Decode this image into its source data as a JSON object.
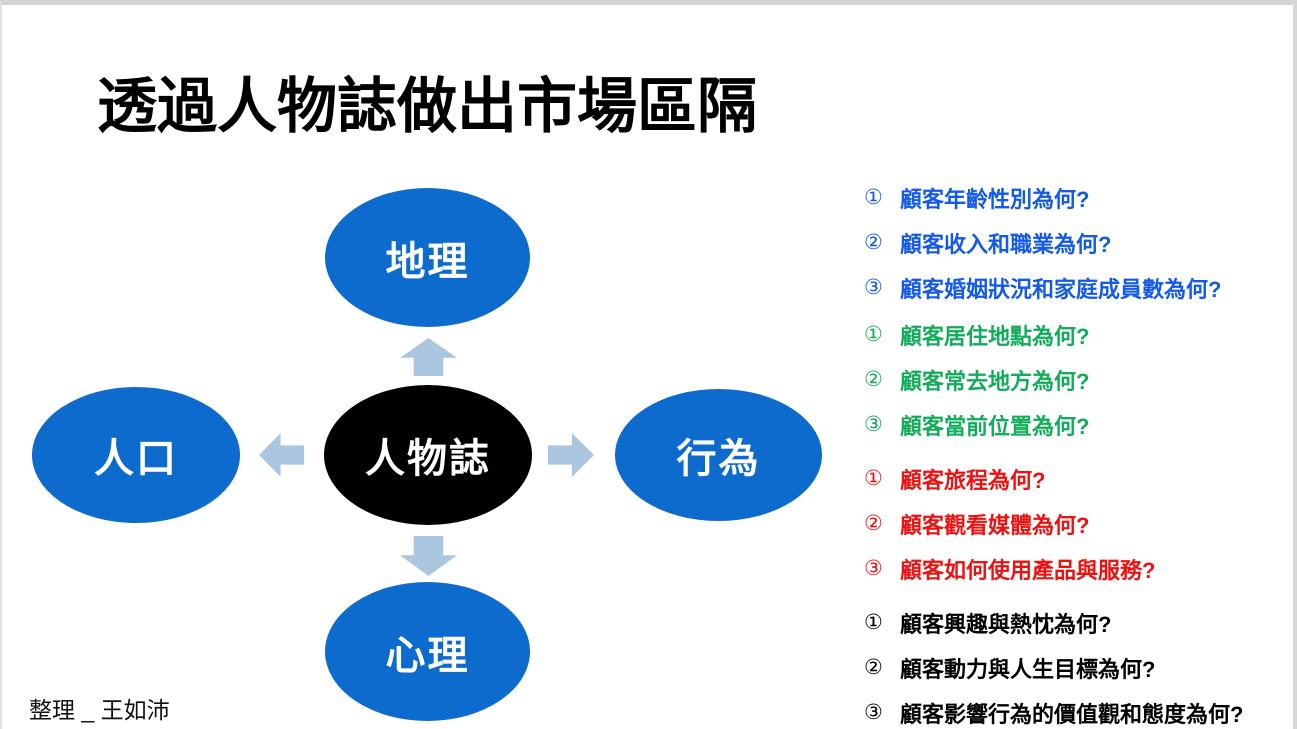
{
  "slide": {
    "title": "透過人物誌做出市場區隔",
    "footer": "整理 _ 王如沛"
  },
  "diagram": {
    "node_fill": "#0d6bce",
    "arrow_color": "#abc7e0",
    "center": {
      "label": "人物誌",
      "fill": "#000000",
      "text_color": "#ffffff"
    },
    "nodes": [
      {
        "id": "geography",
        "label": "地理"
      },
      {
        "id": "demographic",
        "label": "人口"
      },
      {
        "id": "behavior",
        "label": "行為"
      },
      {
        "id": "psychology",
        "label": "心理"
      }
    ]
  },
  "question_groups": [
    {
      "name": "demographic",
      "color": "#1359ea",
      "items": [
        {
          "num": "①",
          "text": "顧客年齡性別為何?"
        },
        {
          "num": "②",
          "text": "顧客收入和職業為何?"
        },
        {
          "num": "③",
          "text": "顧客婚姻狀況和家庭成員數為何?"
        }
      ]
    },
    {
      "name": "geographic",
      "color": "#12ad5a",
      "items": [
        {
          "num": "①",
          "text": "顧客居住地點為何?"
        },
        {
          "num": "②",
          "text": "顧客常去地方為何?"
        },
        {
          "num": "③",
          "text": "顧客當前位置為何?"
        }
      ]
    },
    {
      "name": "behavioral",
      "color": "#ee1111",
      "items": [
        {
          "num": "①",
          "text": "顧客旅程為何?"
        },
        {
          "num": "②",
          "text": "顧客觀看媒體為何?"
        },
        {
          "num": "③",
          "text": "顧客如何使用產品與服務?"
        }
      ]
    },
    {
      "name": "psychographic",
      "color": "#000000",
      "items": [
        {
          "num": "①",
          "text": "顧客興趣與熱忱為何?"
        },
        {
          "num": "②",
          "text": "顧客動力與人生目標為何?"
        },
        {
          "num": "③",
          "text": "顧客影響行為的價值觀和態度為何?"
        }
      ]
    }
  ]
}
